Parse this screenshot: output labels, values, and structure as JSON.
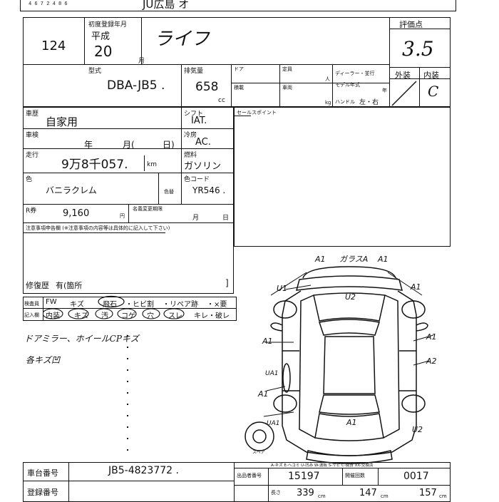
{
  "header": {
    "top_id": "4 6 7 2 4 8 6",
    "venue": "JU広島 オ"
  },
  "lot": {
    "number": "124"
  },
  "first_reg": {
    "label": "初度登録年月",
    "era": "平成",
    "year": "20",
    "month_unit": "月"
  },
  "car_name": "ライフ",
  "grade": {
    "label": "評価点",
    "score": "3.5",
    "exterior_label": "外装",
    "interior_label": "内装",
    "interior": "C"
  },
  "model": {
    "label": "型式",
    "value": "DBA-JB5 ."
  },
  "displacement": {
    "label": "排気量",
    "value": "658",
    "unit": "cc"
  },
  "doors_label": "ドア",
  "capacity_label": "定員",
  "capacity_unit": "人",
  "dealer_label": "ディーラー・並行",
  "model_year_label": "モデル年式",
  "model_year_unit": "年",
  "load_label": "積載",
  "weight_label": "車両",
  "weight_unit": "kg",
  "steering": {
    "label": "ハンドル",
    "value": "左・右"
  },
  "usage": {
    "label": "車歴",
    "value": "自家用"
  },
  "shift": {
    "label": "シフト",
    "value": "IAT."
  },
  "inspection": {
    "label": "車検",
    "year": "年",
    "month": "月(",
    "day": "日)"
  },
  "aircon": {
    "label": "冷房",
    "value": "AC."
  },
  "mileage": {
    "label": "走行",
    "value": "9万8千057.",
    "unit": "km"
  },
  "fuel": {
    "label": "燃料",
    "value": "ガソリン"
  },
  "color": {
    "label": "色",
    "value": "バニラクレム",
    "replace_label": "色替",
    "code_label": "色コード",
    "code": "YR546 ."
  },
  "recycle": {
    "label": "R券",
    "value": "9,160",
    "unit": "円",
    "deadline_label": "名義変更期限",
    "month": "月",
    "day": "日"
  },
  "notes_label": "注意事項申告欄 (※注意事項の内容等は具体的に記入して下さい)",
  "repair": {
    "label": "修復歴",
    "value": "有(箇所",
    "close": "]"
  },
  "sales_point_label": "セールスポイント",
  "check": {
    "label1": "検査員",
    "label2": "記入欄",
    "row1": [
      "FW",
      "キズ",
      "飛石",
      "・ヒビ割",
      "・リペア跡",
      "・×要"
    ],
    "row2": [
      "内装",
      "キズ",
      "汚",
      "コゲ",
      "穴",
      "スレ",
      "キレ・破レ"
    ]
  },
  "handwritten": {
    "line1": "ドアミラー、ホイールCPキズ",
    "line2": "各キズ凹"
  },
  "map_marks": {
    "a1_front_left": "A1",
    "front_glass": "ガラスA",
    "a1_front_right": "A1",
    "u1": "U1",
    "u2": "U2",
    "a1_right_top": "A1",
    "a1_left_mid": "A1",
    "a1_right_mid": "A1",
    "a2": "A2",
    "ua1": "UA1",
    "a1_left_low": "A1",
    "a1_rear": "A1",
    "ua1_rear": "UA1",
    "u2_rear": "U2",
    "spare": "スペア"
  },
  "legend": "A-キズ E-ヘコミ U-凹み W-波板 S-サビ C-腐食 XX-交換済",
  "chassis": {
    "label": "車台番号",
    "value": "JB5-4823772 ."
  },
  "reg_number_label": "登録番号",
  "exhibit": {
    "label": "出品者番号",
    "value": "15197"
  },
  "registration": {
    "label": "開催回数",
    "value": "0017"
  },
  "size": {
    "length_label": "長さ",
    "length": "339",
    "width": "147",
    "height": "157",
    "unit": "cm"
  }
}
